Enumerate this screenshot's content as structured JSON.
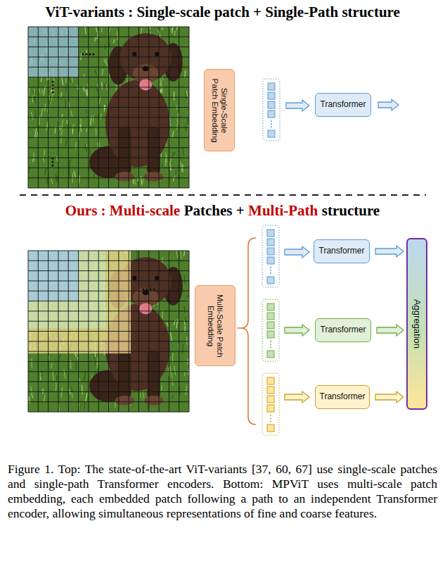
{
  "diagram": {
    "title": "ViT-variants : Single-scale patch + Single-Path structure",
    "caption": "Figure 1. Top: The state-of-the-art ViT-variants [37, 60, 67] use single-scale patches and single-path Transformer encoders. Bottom: MPViT uses multi-scale patch embedding, each embedded patch following a path to an independent Transformer encoder, allowing simultaneous representations of fine and coarse features.",
    "nodes": [
      {
        "text": [
          "Single-Scale Patch Embedding"
        ]
      },
      {
        "text": [
          "Transformer"
        ]
      },
      {
        "text": [
          "Multi-Scale Patch Embedding"
        ]
      },
      {
        "text": [
          "Transformer"
        ]
      },
      {
        "text": [
          "Transformer"
        ]
      },
      {
        "text": [
          "Transformer"
        ]
      },
      {
        "text": [
          "Aggregation"
        ]
      }
    ],
    "edges": [
      {
        "from": 3,
        "to": 6,
        "arrow": "to"
      },
      {
        "from": 4,
        "to": 6,
        "arrow": "to"
      },
      {
        "from": 5,
        "to": 6,
        "arrow": "to"
      }
    ],
    "labels": [
      "Ours : Multi-scale",
      "Patches +",
      "Multi-Path",
      "structure"
    ]
  }
}
